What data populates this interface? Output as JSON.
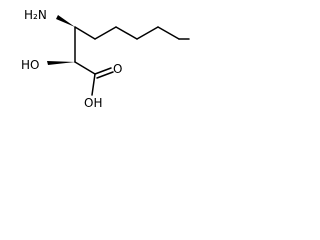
{
  "structure": {
    "labels": {
      "amine": "H₂N",
      "hydroxyl": "HO",
      "carbonyl_oxygen": "O",
      "acid_hydroxyl": "OH"
    },
    "colors": {
      "bond": "#000000",
      "label": "#000000",
      "background": "#ffffff"
    }
  }
}
